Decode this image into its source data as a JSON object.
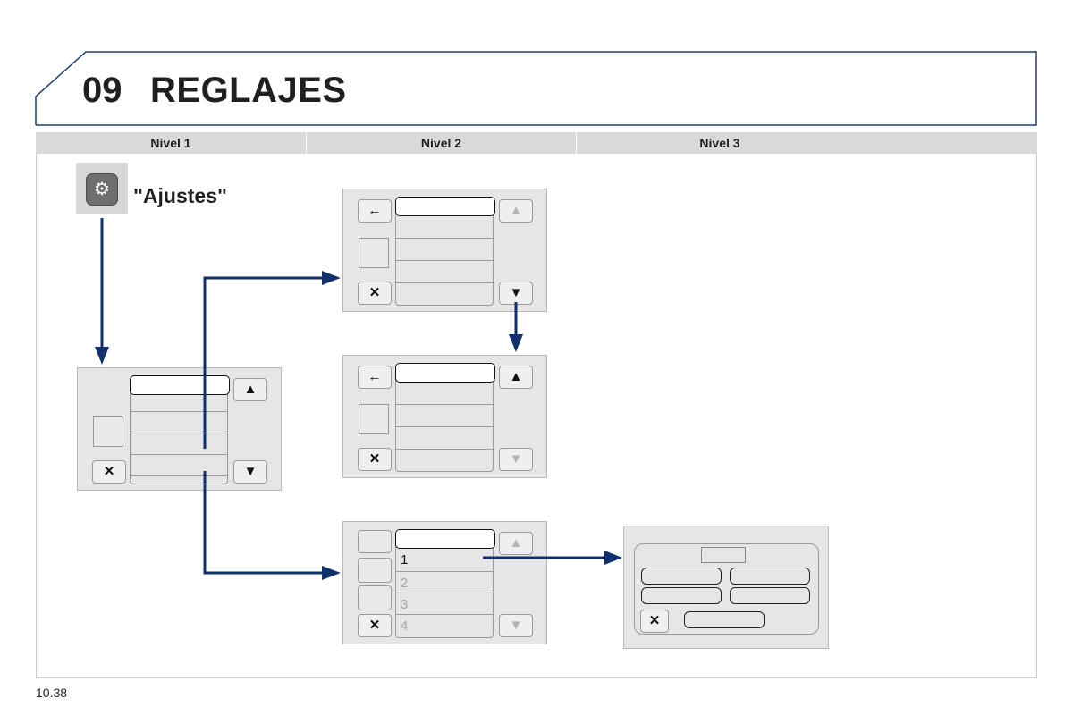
{
  "header": {
    "chapter_number": "09",
    "title": "REGLAJES"
  },
  "levels": [
    "Nivel 1",
    "Nivel 2",
    "Nivel 3"
  ],
  "settings": {
    "label": "\"Ajustes\"",
    "icon": "gear-icon"
  },
  "icons": {
    "back": "←",
    "close": "✕",
    "up": "▲",
    "down": "▼",
    "gear": "⚙"
  },
  "options": [
    "1",
    "2",
    "3",
    "4"
  ],
  "footer": {
    "page_number": "10.38"
  },
  "colors": {
    "arrow": "#12306b",
    "panel": "#e6e6e6",
    "header_border": "#1f3d75"
  }
}
